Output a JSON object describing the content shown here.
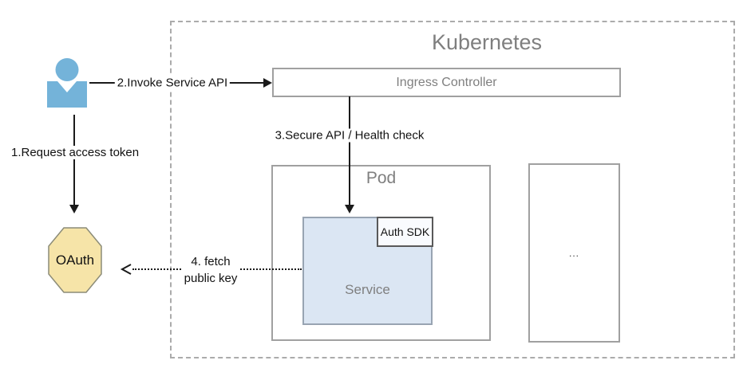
{
  "diagram": {
    "title": "Kubernetes",
    "ingress_label": "Ingress Controller",
    "pod_label": "Pod",
    "service_label": "Service",
    "auth_sdk_label": "Auth SDK",
    "oauth_label": "OAuth",
    "ellipsis_label": "...",
    "flows": {
      "step1": "1.Request access token",
      "step2": "2.Invoke Service API",
      "step3": "3.Secure API / Health check",
      "step4_line1": "4. fetch",
      "step4_line2": "public key"
    },
    "colors": {
      "person_blue": "#74b3d9",
      "service_fill": "#dbe6f3",
      "service_border": "#98a4b2",
      "auth_sdk_fill": "#f9fbfe",
      "auth_sdk_border": "#595959",
      "oauth_fill": "#f6e4a8",
      "oauth_border": "#8c8c78",
      "box_border_gray": "#a0a0a0",
      "dashed_border_gray": "#ababab",
      "label_gray": "#7f7f7f",
      "arrow_black": "#1a1a1a"
    }
  }
}
